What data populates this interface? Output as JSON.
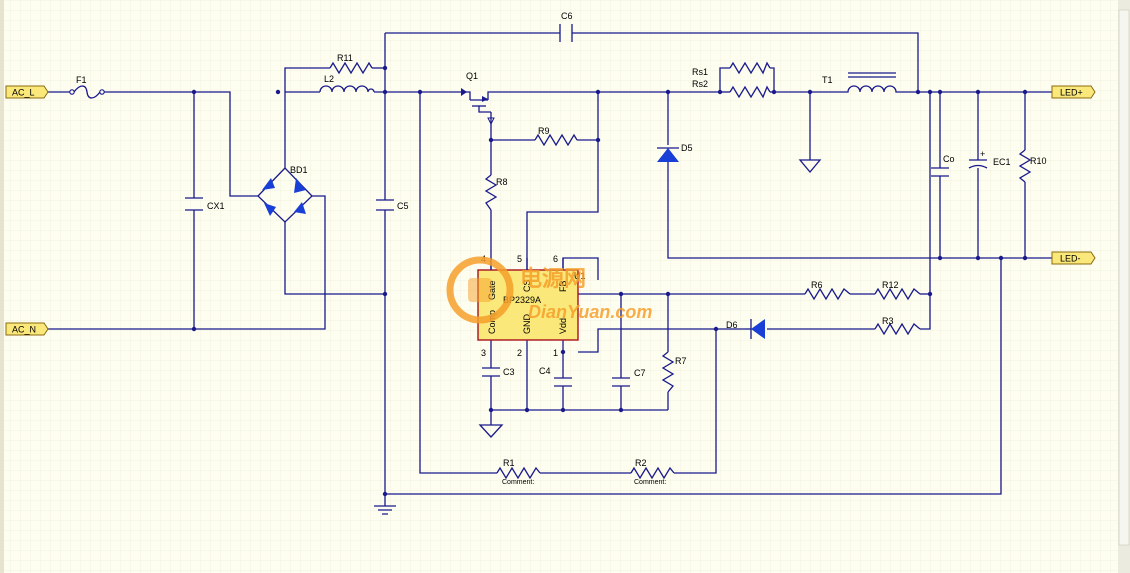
{
  "ports": {
    "ac_l": "AC_L",
    "ac_n": "AC_N",
    "led_plus": "LED+",
    "led_minus": "LED-"
  },
  "labels": {
    "f1": "F1",
    "cx1": "CX1",
    "bd1": "BD1",
    "r11": "R11",
    "l2": "L2",
    "c5": "C5",
    "c6": "C6",
    "q1": "Q1",
    "r9": "R9",
    "r8": "R8",
    "rs1": "Rs1",
    "rs2": "Rs2",
    "t1": "T1",
    "d5": "D5",
    "co": "Co",
    "ec1": "EC1",
    "ec1_polarity": "+",
    "r10": "R10",
    "u1": "U1",
    "ic_part": "BP2329A",
    "r6": "R6",
    "r12": "R12",
    "d6": "D6",
    "r3": "R3",
    "r7": "R7",
    "c3": "C3",
    "c4": "C4",
    "c7": "C7",
    "r1": "R1",
    "r2": "R2",
    "r1_comment": "Comment:",
    "r2_comment": "Comment:"
  },
  "ic_pins": {
    "gate": "Gate",
    "cs": "CS",
    "fb": "FB",
    "comp": "Comp",
    "gnd": "GND",
    "vdd": "Vdd",
    "n1": "1",
    "n2": "2",
    "n3": "3",
    "n4": "4",
    "n5": "5",
    "n6": "6"
  },
  "watermark": {
    "cn": "电源网",
    "en": "DianYuan.com"
  },
  "colors": {
    "background": "#fdfdf0",
    "wire": "#1a1a8c",
    "ic_fill": "#fbe87a",
    "ic_outline": "#a8121e",
    "port_fill": "#fbe87a",
    "diode_fill": "#1a3fd6",
    "watermark": "#f6a02b"
  }
}
